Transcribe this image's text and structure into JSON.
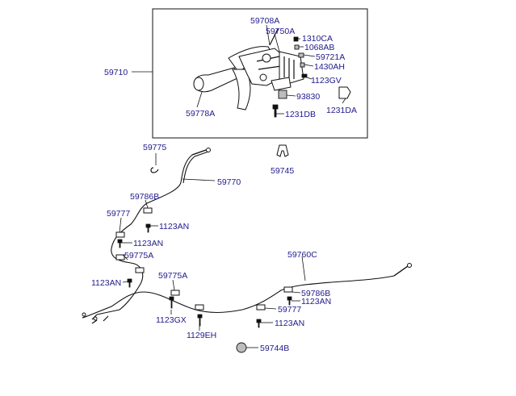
{
  "labels": {
    "l_59710": "59710",
    "l_59708A": "59708A",
    "l_59750A": "59750A",
    "l_1310CA": "1310CA",
    "l_1068AB": "1068AB",
    "l_59721A": "59721A",
    "l_1430AH": "1430AH",
    "l_1123GV": "1123GV",
    "l_93830": "93830",
    "l_1231DA": "1231DA",
    "l_1231DB": "1231DB",
    "l_59778A": "59778A",
    "l_59775_top": "59775",
    "l_59745": "59745",
    "l_59770": "59770",
    "l_59786B_left": "59786B",
    "l_59777_left": "59777",
    "l_1123AN_a": "1123AN",
    "l_1123AN_b": "1123AN",
    "l_59775A_left": "59775A",
    "l_1123AN_c": "1123AN",
    "l_59775A_mid": "59775A",
    "l_1123GX": "1123GX",
    "l_1129EH": "1129EH",
    "l_59760C": "59760C",
    "l_59786B_right": "59786B",
    "l_1123AN_d": "1123AN",
    "l_59777_right": "59777",
    "l_1123AN_e": "1123AN",
    "l_59744B": "59744B"
  },
  "colors": {
    "label_text": "#1f1a8a",
    "line_art": "#111111",
    "background": "#ffffff"
  }
}
